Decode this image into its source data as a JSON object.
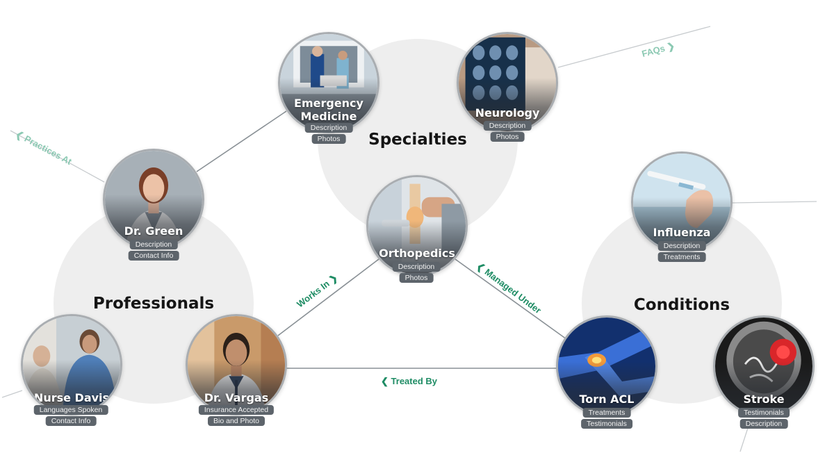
{
  "colors": {
    "edge": "#8a9196",
    "label": "#1e8c64",
    "label_faint": "#8cc9b3",
    "blob": "#eeeeee",
    "pill": "#5d646b"
  },
  "groups": {
    "specialties": "Specialties",
    "professionals": "Professionals",
    "conditions": "Conditions"
  },
  "nodes": {
    "emergency": {
      "title_line1": "Emergency",
      "title_line2": "Medicine",
      "tags": [
        "Description",
        "Photos"
      ]
    },
    "neurology": {
      "title": "Neurology",
      "tags": [
        "Description",
        "Photos"
      ]
    },
    "orthopedics": {
      "title": "Orthopedics",
      "tags": [
        "Description",
        "Photos"
      ]
    },
    "green": {
      "title": "Dr. Green",
      "tags": [
        "Description",
        "Contact Info"
      ]
    },
    "davis": {
      "title": "Nurse Davis",
      "tags": [
        "Languages Spoken",
        "Contact Info"
      ]
    },
    "vargas": {
      "title": "Dr. Vargas",
      "tags": [
        "Insurance Accepted",
        "Bio and Photo"
      ]
    },
    "influenza": {
      "title": "Influenza",
      "tags": [
        "Description",
        "Treatments"
      ]
    },
    "acl": {
      "title": "Torn ACL",
      "tags": [
        "Treatments",
        "Testimonials"
      ]
    },
    "stroke": {
      "title": "Stroke",
      "tags": [
        "Testimonials",
        "Description"
      ]
    }
  },
  "edges": {
    "works_in": "Works In",
    "works_in_arrow": "❯",
    "managed_under": "Managed Under",
    "managed_under_arrow": "❮",
    "treated_by": "Treated By",
    "treated_by_arrow": "❮",
    "faqs": "FAQs",
    "faqs_arrow": "❯",
    "practices_at": "Practices At",
    "practices_at_arrow": "❮"
  }
}
